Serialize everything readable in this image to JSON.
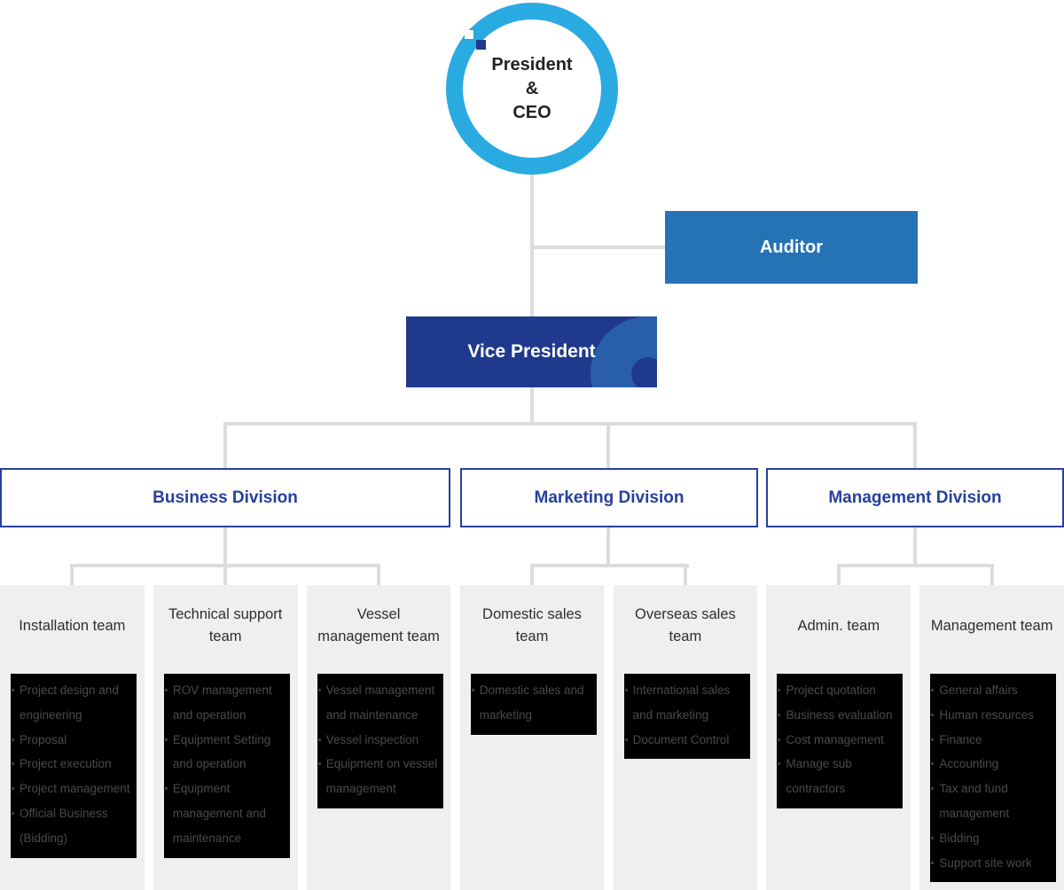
{
  "org_chart": {
    "root": {
      "label": "President\n&\nCEO"
    },
    "auditor": {
      "label": "Auditor"
    },
    "vice_president": {
      "label": "Vice President"
    },
    "divisions": [
      {
        "label": "Business Division"
      },
      {
        "label": "Marketing Division"
      },
      {
        "label": "Management Division"
      }
    ],
    "teams": [
      {
        "title": "Installation team",
        "items": [
          "Project design and engineering",
          "Proposal",
          "Project execution",
          "Project management",
          "Official Business (Bidding)"
        ]
      },
      {
        "title": "Technical support team",
        "items": [
          "ROV management and operation",
          "Equipment Setting and operation",
          "Equipment management and maintenance"
        ]
      },
      {
        "title": "Vessel management team",
        "items": [
          "Vessel management and maintenance",
          "Vessel inspection",
          "Equipment on vessel management"
        ]
      },
      {
        "title": "Domestic sales team",
        "items": [
          "Domestic sales and marketing"
        ]
      },
      {
        "title": "Overseas sales team",
        "items": [
          "International sales and marketing",
          "Document Control"
        ]
      },
      {
        "title": "Admin. team",
        "items": [
          "Project quotation",
          "Business evaluation",
          "Cost management",
          "Manage sub contractors"
        ]
      },
      {
        "title": "Management team",
        "items": [
          "General affairs",
          "Human resources",
          "Finance",
          "Accounting",
          "Tax and fund management",
          "Bidding",
          "Support site work"
        ]
      }
    ]
  },
  "colors": {
    "ring": "#29ABE2",
    "auditor": "#2573B4",
    "vice": "#1F3A8D",
    "arc": "#2A63AE",
    "division": "#27409E",
    "connector": "#DCDCDC",
    "column_bg": "#EFEFEF",
    "list_bg": "#000000",
    "list_text": "#4A4A4A",
    "title_text": "#2E2E2E",
    "ceo_text": "#222222"
  }
}
